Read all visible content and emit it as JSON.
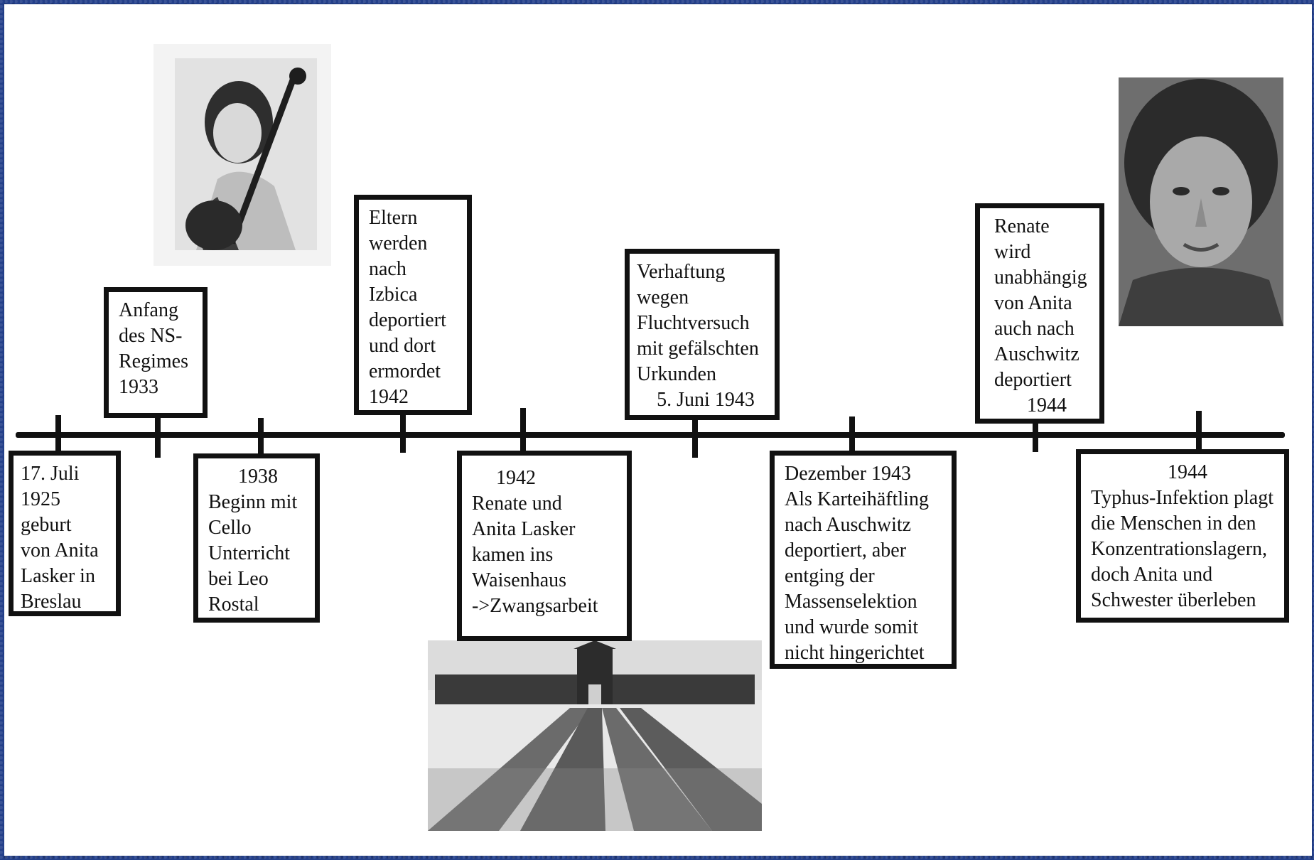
{
  "events": [
    {
      "date": "",
      "text": "17. Juli\n1925\ngeburt\nvon Anita\nLasker in\nBreslau"
    },
    {
      "date": "",
      "text": "Anfang\ndes NS-\nRegimes\n1933"
    },
    {
      "date": "1938",
      "text": "Beginn mit\nCello\nUnterricht\nbei Leo\nRostal"
    },
    {
      "date": "",
      "text": "Eltern\nwerden\nnach\nIzbica\ndeportiert\nund dort\nermordet\n1942"
    },
    {
      "date": "1942",
      "text": "Renate und\nAnita Lasker\nkamen ins\nWaisenhaus\n->Zwangsarbeit"
    },
    {
      "date": "5. Juni 1943",
      "text": "Verhaftung\nwegen\nFluchtversuch\nmit gefälschten\nUrkunden"
    },
    {
      "date": "",
      "text": "Dezember 1943\nAls Karteihäftling\nnach Auschwitz\ndeportiert, aber\nentging der\nMassenselektion\nund wurde somit\nnicht hingerichtet"
    },
    {
      "date": "1944",
      "text": "Renate\nwird\nunabhängig\nvon Anita\nauch nach\nAuschwitz\ndeportiert"
    },
    {
      "date": "1944",
      "text": "Typhus-Infektion plagt\ndie Menschen in den\nKonzentrationslagern,\ndoch Anita und\nSchwester überleben"
    }
  ],
  "photos": {
    "cello": "photo-girl-with-cello",
    "camp": "photo-auschwitz-railway-gate",
    "portrait": "photo-woman-portrait"
  }
}
